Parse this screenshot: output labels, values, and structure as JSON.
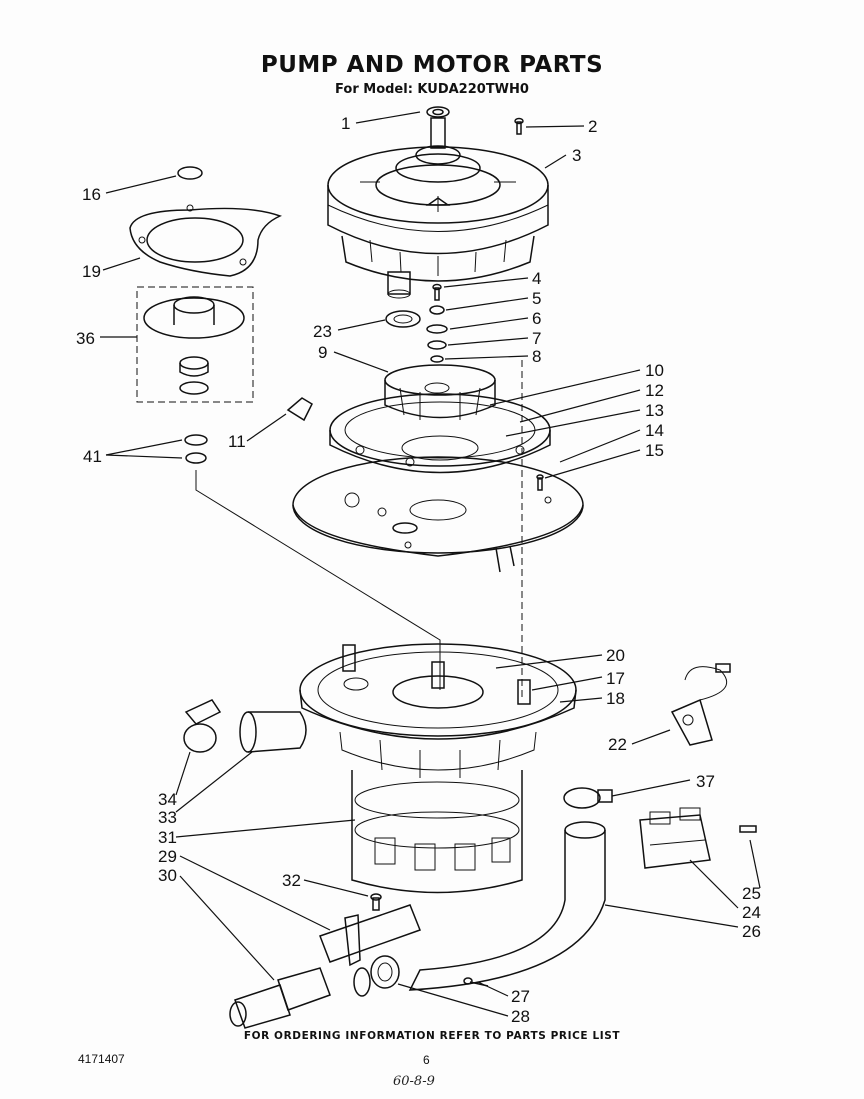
{
  "header": {
    "title": "PUMP AND MOTOR PARTS",
    "subtitle": "For Model: KUDA220TWH0"
  },
  "footer": {
    "note": "FOR ORDERING INFORMATION REFER TO PARTS PRICE LIST",
    "doc_number": "4171407",
    "page_number": "6",
    "handwritten": "60-8-9"
  },
  "callouts": [
    {
      "id": "c1",
      "label": "1"
    },
    {
      "id": "c2",
      "label": "2"
    },
    {
      "id": "c3",
      "label": "3"
    },
    {
      "id": "c4",
      "label": "4"
    },
    {
      "id": "c5",
      "label": "5"
    },
    {
      "id": "c6",
      "label": "6"
    },
    {
      "id": "c7",
      "label": "7"
    },
    {
      "id": "c8",
      "label": "8"
    },
    {
      "id": "c9",
      "label": "9"
    },
    {
      "id": "c10",
      "label": "10"
    },
    {
      "id": "c11",
      "label": "11"
    },
    {
      "id": "c12",
      "label": "12"
    },
    {
      "id": "c13",
      "label": "13"
    },
    {
      "id": "c14",
      "label": "14"
    },
    {
      "id": "c15",
      "label": "15"
    },
    {
      "id": "c16",
      "label": "16"
    },
    {
      "id": "c17",
      "label": "17"
    },
    {
      "id": "c18",
      "label": "18"
    },
    {
      "id": "c19",
      "label": "19"
    },
    {
      "id": "c20",
      "label": "20"
    },
    {
      "id": "c22",
      "label": "22"
    },
    {
      "id": "c23",
      "label": "23"
    },
    {
      "id": "c24",
      "label": "24"
    },
    {
      "id": "c25",
      "label": "25"
    },
    {
      "id": "c26",
      "label": "26"
    },
    {
      "id": "c27",
      "label": "27"
    },
    {
      "id": "c28",
      "label": "28"
    },
    {
      "id": "c29",
      "label": "29"
    },
    {
      "id": "c30",
      "label": "30"
    },
    {
      "id": "c31",
      "label": "31"
    },
    {
      "id": "c32",
      "label": "32"
    },
    {
      "id": "c33",
      "label": "33"
    },
    {
      "id": "c34",
      "label": "34"
    },
    {
      "id": "c36",
      "label": "36"
    },
    {
      "id": "c37",
      "label": "37"
    },
    {
      "id": "c41",
      "label": "41"
    }
  ]
}
